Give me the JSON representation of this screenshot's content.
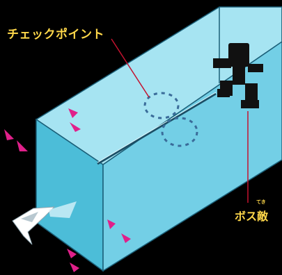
{
  "labels": {
    "checkpoint": "チェックポイント",
    "boss_enemy": "ボス敵",
    "boss_ruby": "てき"
  },
  "colors": {
    "background": "#000000",
    "tube_top": "#9fe0f0",
    "tube_front": "#6ccde6",
    "tube_side": "#45b9d6",
    "tube_edge": "#1b5f78",
    "label": "#ffd84a",
    "arrow": "#e0208a",
    "leader_line": "#c4122f",
    "checkpoint_dash": "#3a6c9a",
    "boss": "#111111",
    "ship": "#ffffff"
  },
  "icons": {
    "player": "player-ship-icon",
    "boss": "boss-robot-icon",
    "checkpoint": "checkpoint-ring-icon",
    "direction": "direction-arrow-icon"
  }
}
